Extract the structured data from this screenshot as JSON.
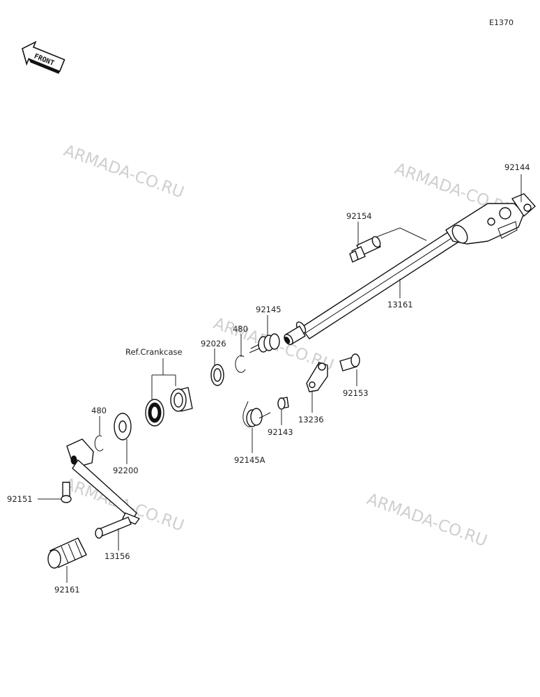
{
  "diagram_code": "E1370",
  "front_badge": "FRONT",
  "watermark": "ARMADA-CO.RU",
  "labels": {
    "p92144": "92144",
    "p92154": "92154",
    "p13161": "13161",
    "p92145": "92145",
    "p480_top": "480",
    "p92026": "92026",
    "ref_crankcase": "Ref.Crankcase",
    "p480_left": "480",
    "p92200": "92200",
    "p92153": "92153",
    "p13236": "13236",
    "p92143": "92143",
    "p92145A": "92145A",
    "p92151": "92151",
    "p13156": "13156",
    "p92161": "92161"
  }
}
